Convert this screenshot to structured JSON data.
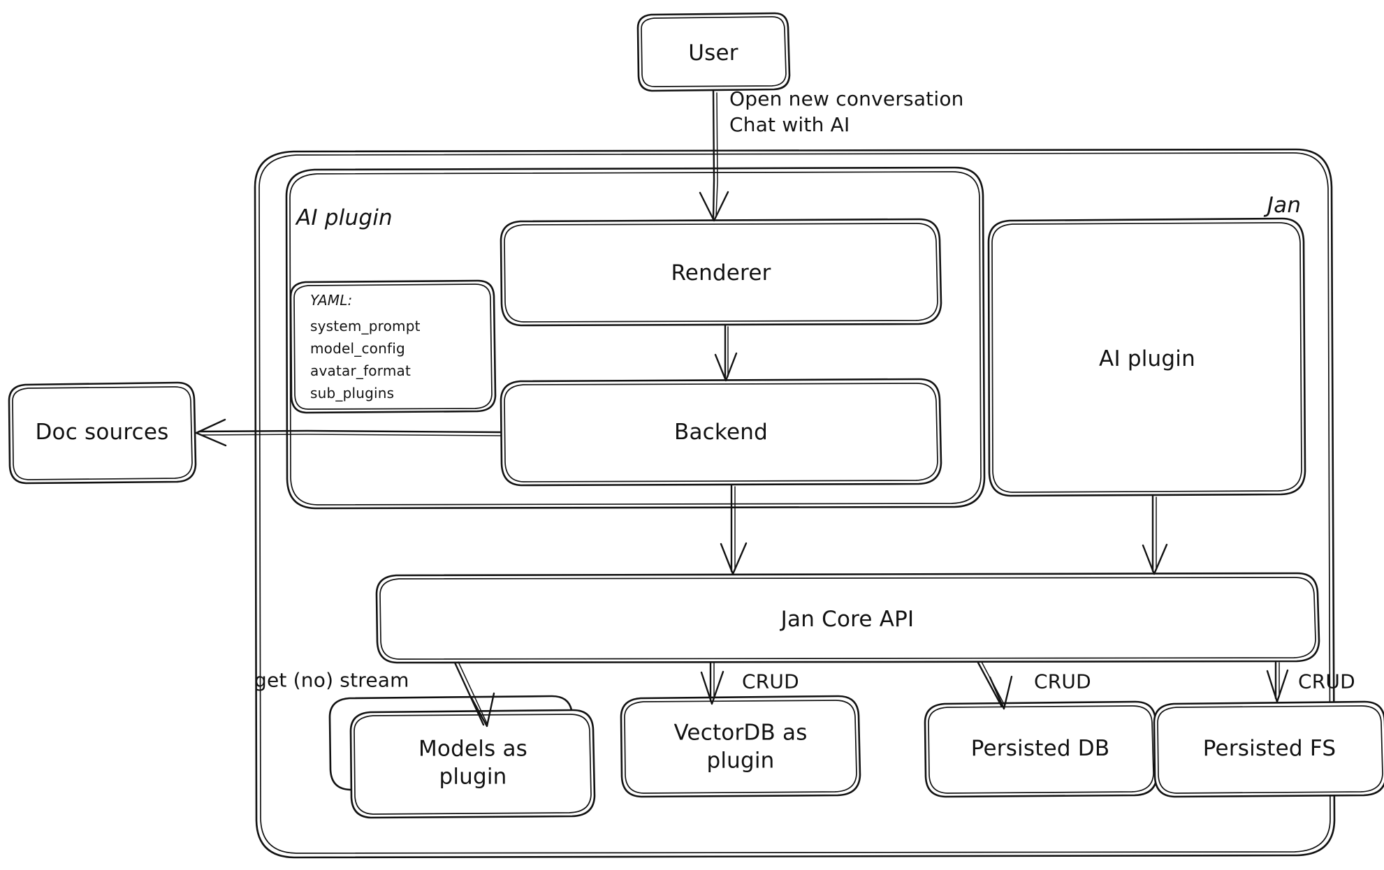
{
  "diagram": {
    "title": "Jan architecture diagram",
    "style": "hand-drawn sketch",
    "stroke_color": "#121212",
    "fill_color": "#ffffff",
    "background": "#ffffff"
  },
  "nodes": {
    "user": {
      "label": "User"
    },
    "jan_container": {
      "label": "Jan"
    },
    "ai_plugin_group": {
      "label": "AI plugin"
    },
    "yaml_note": {
      "header": "YAML:",
      "lines": [
        "system_prompt",
        "model_config",
        "avatar_format",
        "sub_plugins"
      ]
    },
    "renderer": {
      "label": "Renderer"
    },
    "backend": {
      "label": "Backend"
    },
    "ai_plugin_box": {
      "label": "AI plugin"
    },
    "doc_sources": {
      "label": "Doc sources"
    },
    "jan_core_api": {
      "label": "Jan Core API"
    },
    "models_plugin": {
      "label": "Models as\nplugin"
    },
    "vectordb_plugin": {
      "label": "VectorDB as\nplugin"
    },
    "persisted_db": {
      "label": "Persisted DB"
    },
    "persisted_fs": {
      "label": "Persisted FS"
    }
  },
  "edges": {
    "user_to_renderer": {
      "label": "Open new conversation\nChat with AI"
    },
    "renderer_to_backend": {
      "label": ""
    },
    "backend_to_doc_sources": {
      "label": ""
    },
    "backend_to_core": {
      "label": ""
    },
    "ai_plugin_to_core": {
      "label": ""
    },
    "core_to_models": {
      "label": "get (no) stream"
    },
    "core_to_vectordb": {
      "label": "CRUD"
    },
    "core_to_persisted_db": {
      "label": "CRUD"
    },
    "core_to_persisted_fs": {
      "label": "CRUD"
    }
  }
}
